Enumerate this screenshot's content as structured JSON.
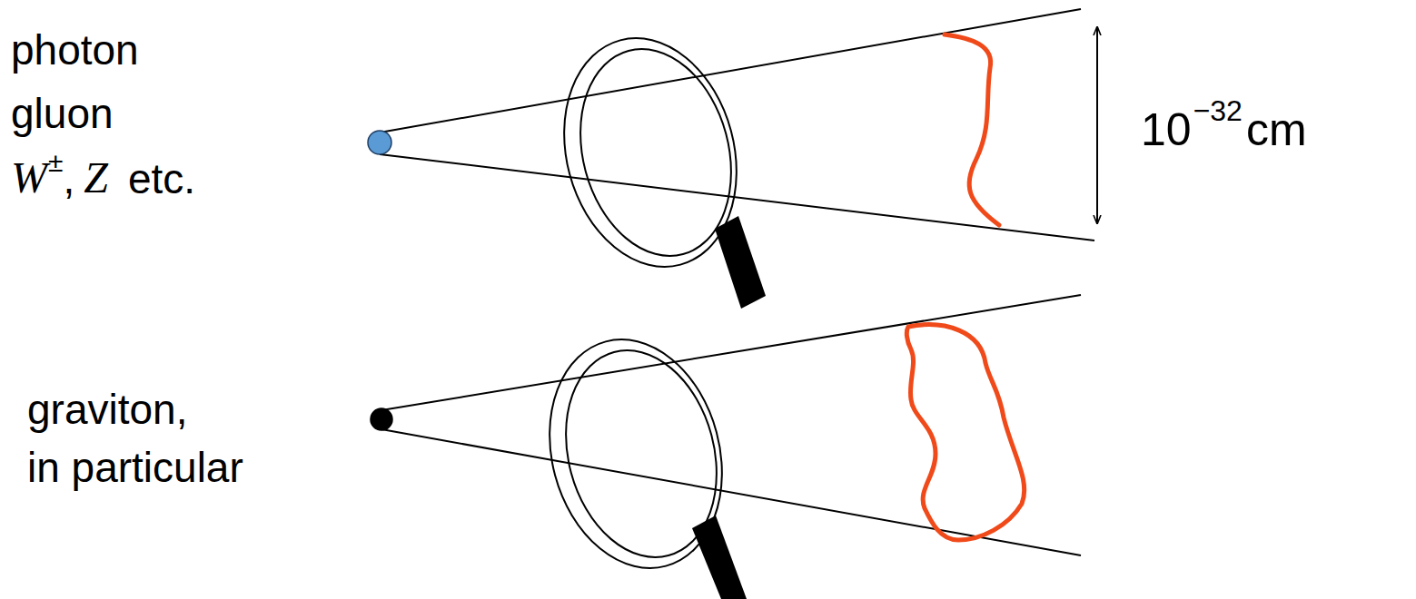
{
  "diagram": {
    "labels": [
      "photon",
      "gluon",
      "W",
      "±",
      ",",
      "Z",
      "etc.",
      "10",
      "−32",
      "cm",
      "graviton,",
      "in particular"
    ]
  }
}
